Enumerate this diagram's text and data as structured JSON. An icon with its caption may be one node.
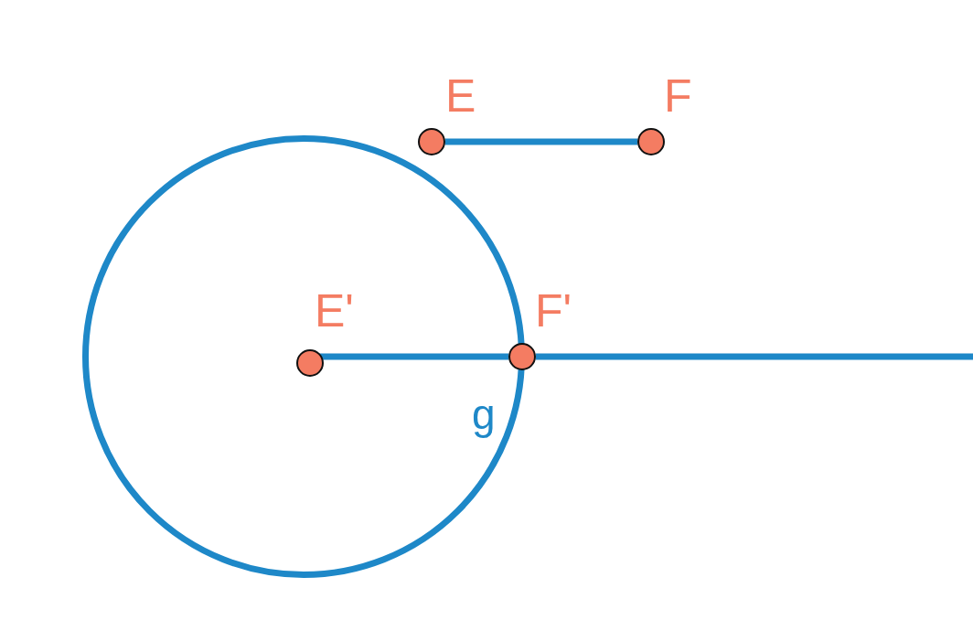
{
  "diagram": {
    "nodes": [
      {
        "text": [],
        "shape": "circle",
        "beside": [
          "E"
        ]
      },
      {
        "text": [],
        "shape": "circle",
        "beside": [
          "F"
        ]
      },
      {
        "text": [],
        "shape": "circle",
        "beside": [
          "g"
        ]
      },
      {
        "text": [],
        "shape": "circle",
        "beside": [
          "E'"
        ],
        "in": 2
      },
      {
        "text": [],
        "shape": "circle",
        "beside": [
          "F'"
        ]
      }
    ],
    "edges": [
      {
        "from": 0,
        "to": 1,
        "arrow": "none"
      },
      {
        "from": 3,
        "to": 4,
        "arrow": "none"
      },
      {
        "from": 4,
        "to": null,
        "arrow": "none"
      }
    ]
  }
}
